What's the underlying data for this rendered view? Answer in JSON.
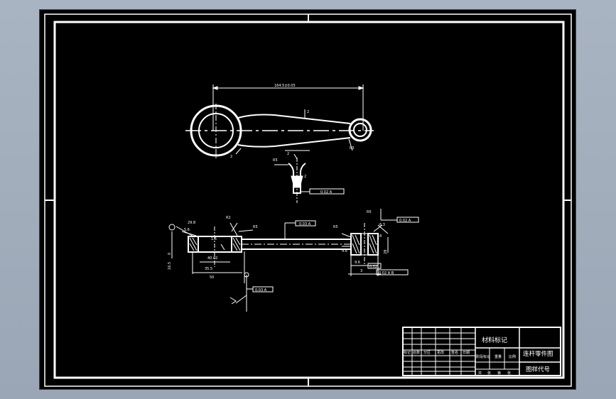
{
  "drawing": {
    "dims": {
      "overall_length": "164.5±0.05",
      "note_a": "2",
      "note_b": "2",
      "r_label": "R5",
      "view_d1": "R5",
      "view_d2": "2",
      "small_dim": "2",
      "r2": "R2",
      "bore_left_a": "40.02",
      "bore_left_b": "35.5",
      "left_chamfer": "29.8",
      "left_small": "5.6",
      "small_r": "1.6",
      "r_big": "R5",
      "rt1": "R5",
      "rt2": "R5",
      "right_a": "6.3",
      "right_b": "4.6",
      "right_c": "9.6",
      "right_d": "28",
      "right_e": "8",
      "right_f": "3",
      "bottom_w": "50",
      "height_v": "16.5",
      "small_v": "0"
    },
    "tolerances": {
      "tol_top": "0.02 A",
      "tol_mid": "0.03 A",
      "tol_right": "0.02 A",
      "tol_r2": "0.02",
      "tol_r3": "0.02 A B",
      "tol_bottom": "0.03 A"
    }
  },
  "title_block": {
    "material_mark": "材料标记",
    "part_name": "连杆零件图",
    "drawing_no_label": "图样代号",
    "grid_labels": [
      "标记",
      "处数",
      "分区",
      "更改",
      "签名",
      "日期"
    ],
    "stage_labels": [
      "阶段标记",
      "重量",
      "比例"
    ],
    "sheet_labels": [
      "共",
      "张",
      "第",
      "张"
    ]
  }
}
